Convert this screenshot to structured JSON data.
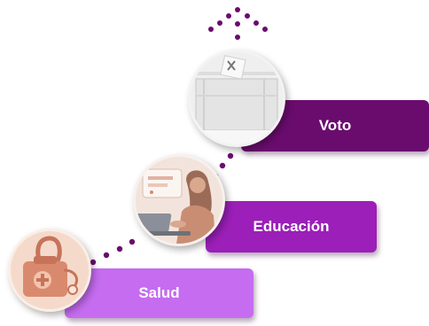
{
  "steps": [
    {
      "id": "salud",
      "label": "Salud",
      "color": "#c56cf0",
      "icon": "medical-case-stethoscope-icon"
    },
    {
      "id": "educacion",
      "label": "Educación",
      "color": "#9b1fb8",
      "icon": "student-laptop-icon"
    },
    {
      "id": "voto",
      "label": "Voto",
      "color": "#6a0c6e",
      "icon": "ballot-box-icon"
    }
  ],
  "dot_color": "#6a0c6e"
}
